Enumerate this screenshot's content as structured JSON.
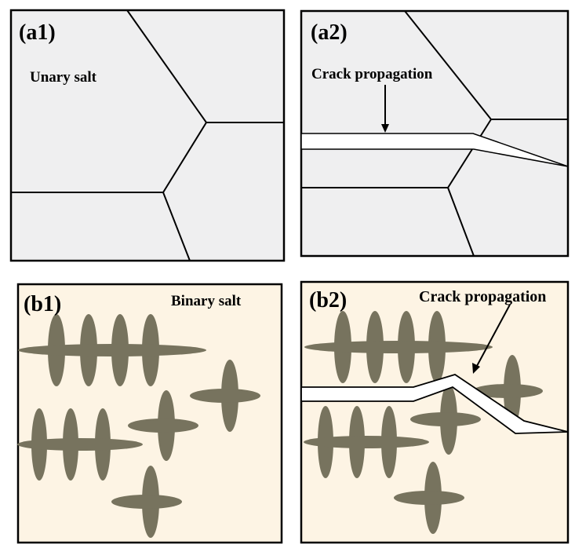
{
  "colors": {
    "grain_bg": "#efeff0",
    "binary_bg": "#fdf4e4",
    "crystal": "#77735e",
    "border": "#000000",
    "crack": "#ffffff"
  },
  "panels": {
    "a1": {
      "label": "(a1)",
      "annotation": "Unary salt"
    },
    "a2": {
      "label": "(a2)",
      "annotation": "Crack propagation"
    },
    "b1": {
      "label": "(b1)",
      "annotation": "Binary salt"
    },
    "b2": {
      "label": "(b2)",
      "annotation": "Crack propagation"
    }
  }
}
